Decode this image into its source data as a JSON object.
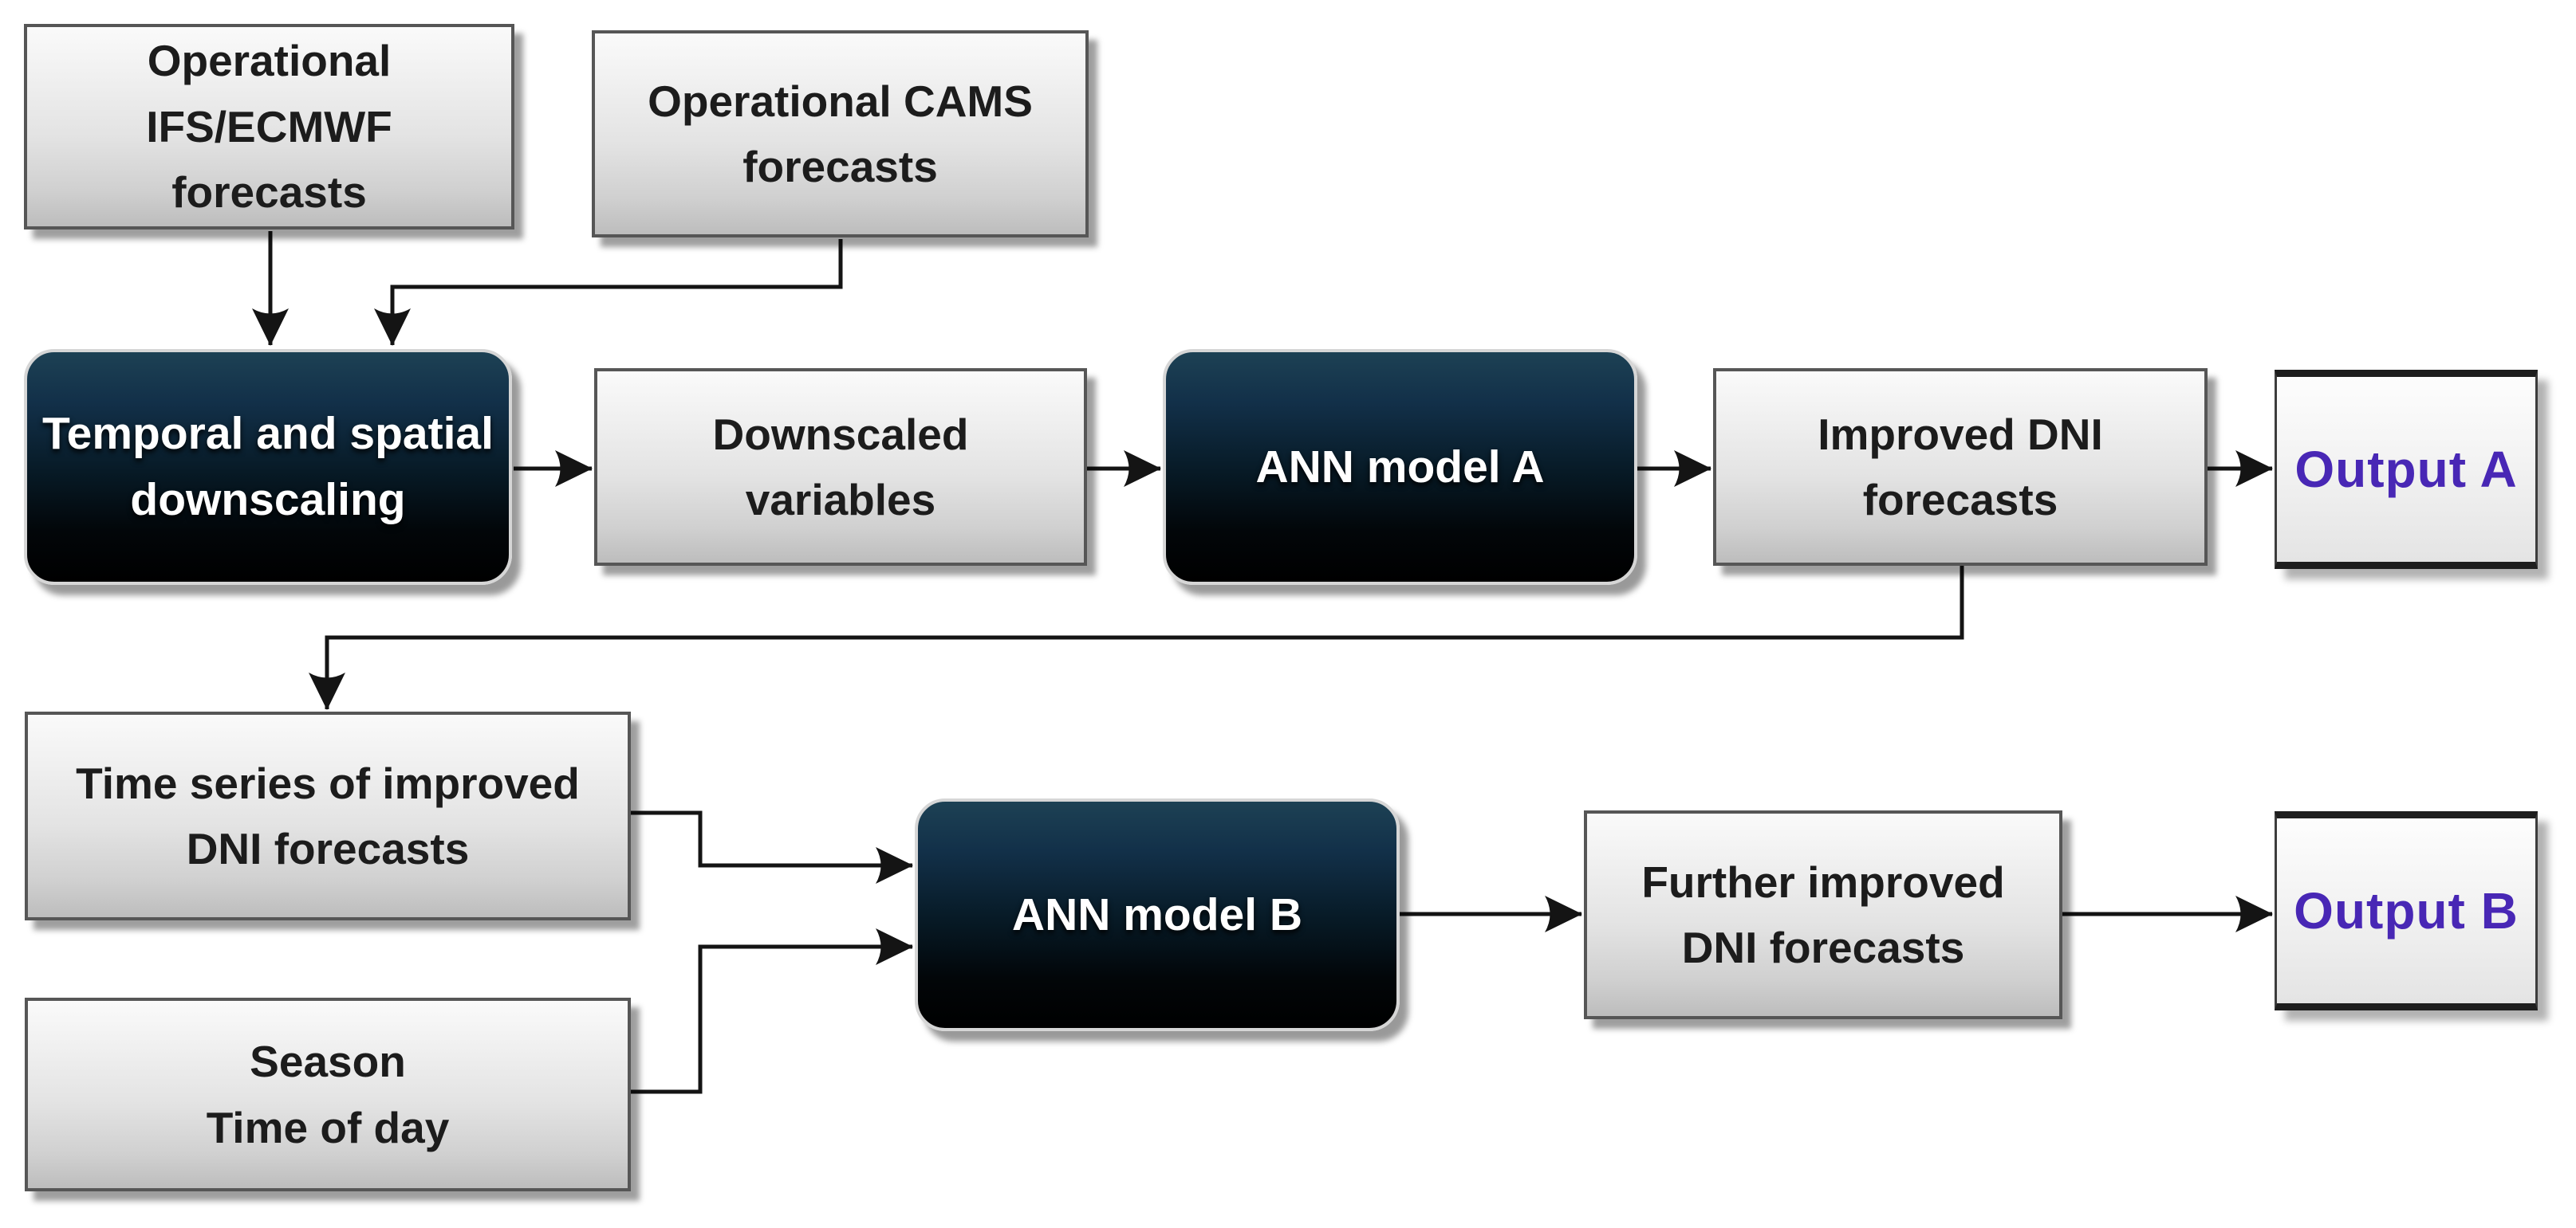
{
  "diagram": {
    "type": "flowchart",
    "background_color": "#ffffff",
    "arrow_color": "#141414",
    "palette": {
      "process_box_fill_top": "#fafafa",
      "process_box_fill_bottom": "#bdbdbd",
      "process_box_border": "#565656",
      "model_box_fill_top": "#1d4154",
      "model_box_fill_bottom": "#000000",
      "model_box_border": "#d6d6d6",
      "model_box_text": "#ffffff",
      "output_box_border": "#1e1e1e",
      "output_text_accent": "#4827b5",
      "process_text": "#1c1c1c"
    },
    "nodes": [
      {
        "id": "op-ifs",
        "style": "process-gray",
        "lines": [
          "Operational",
          "IFS/ECMWF",
          "forecasts"
        ]
      },
      {
        "id": "op-cams",
        "style": "process-gray",
        "lines": [
          "Operational CAMS",
          "forecasts"
        ]
      },
      {
        "id": "temporal",
        "style": "model-dark",
        "lines": [
          "Temporal and spatial",
          "downscaling"
        ]
      },
      {
        "id": "downscaled",
        "style": "process-gray",
        "lines": [
          "Downscaled",
          "variables"
        ]
      },
      {
        "id": "ann-a",
        "style": "model-dark",
        "lines": [
          "ANN model A"
        ]
      },
      {
        "id": "improved",
        "style": "process-gray",
        "lines": [
          "Improved DNI",
          "forecasts"
        ]
      },
      {
        "id": "output-a",
        "style": "output-accent",
        "lines": [
          "Output A"
        ]
      },
      {
        "id": "timeseries",
        "style": "process-gray",
        "lines": [
          "Time series of improved",
          "DNI forecasts"
        ]
      },
      {
        "id": "season",
        "style": "process-gray",
        "lines": [
          "Season",
          "Time of day"
        ]
      },
      {
        "id": "ann-b",
        "style": "model-dark",
        "lines": [
          "ANN model B"
        ]
      },
      {
        "id": "further",
        "style": "process-gray",
        "lines": [
          "Further improved",
          "DNI forecasts"
        ]
      },
      {
        "id": "output-b",
        "style": "output-accent",
        "lines": [
          "Output B"
        ]
      }
    ],
    "edges": [
      {
        "from": "op-ifs",
        "to": "temporal",
        "shape": "straight-down"
      },
      {
        "from": "op-cams",
        "to": "temporal",
        "shape": "elbow-down-left-down"
      },
      {
        "from": "temporal",
        "to": "downscaled",
        "shape": "straight-right"
      },
      {
        "from": "downscaled",
        "to": "ann-a",
        "shape": "straight-right"
      },
      {
        "from": "ann-a",
        "to": "improved",
        "shape": "straight-right"
      },
      {
        "from": "improved",
        "to": "output-a",
        "shape": "straight-right"
      },
      {
        "from": "improved",
        "to": "timeseries",
        "shape": "elbow-down-left-down"
      },
      {
        "from": "timeseries",
        "to": "ann-b",
        "shape": "elbow-right-down-right"
      },
      {
        "from": "season",
        "to": "ann-b",
        "shape": "elbow-right-up-right"
      },
      {
        "from": "ann-b",
        "to": "further",
        "shape": "straight-right"
      },
      {
        "from": "further",
        "to": "output-b",
        "shape": "straight-right"
      }
    ]
  }
}
